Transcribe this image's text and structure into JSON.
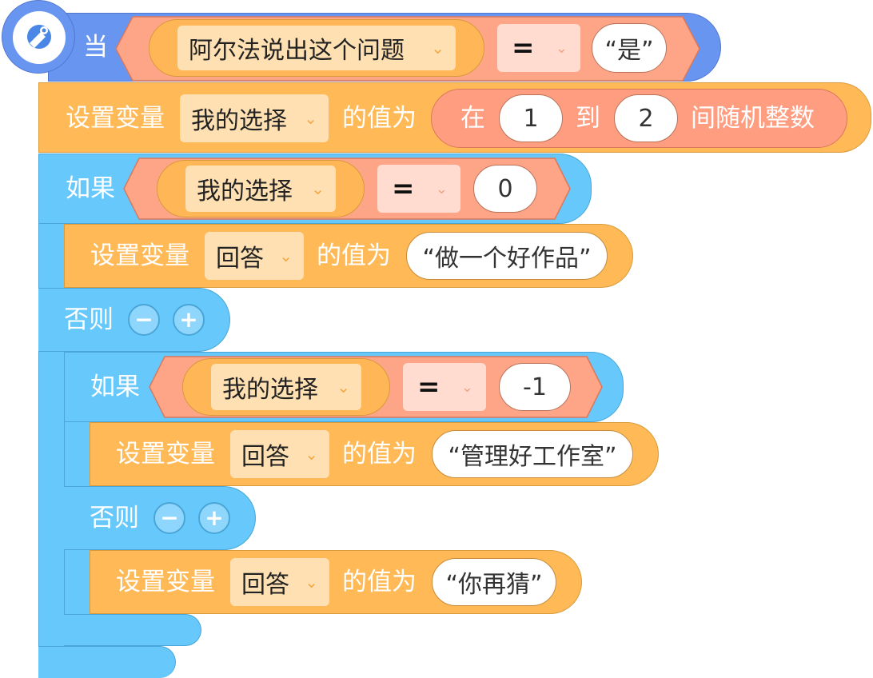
{
  "hat": {
    "icon": "satellite-dish-icon",
    "when_label": "当",
    "condition_var": "阿尔法说出这个问题",
    "operator": "=",
    "compare_value": "“是”"
  },
  "set_random": {
    "label": "设置变量",
    "variable": "我的选择",
    "value_label": "的值为",
    "random_in": "在",
    "random_min": "1",
    "random_to": "到",
    "random_max": "2",
    "random_suffix": "间随机整数"
  },
  "if1": {
    "if_label": "如果",
    "var": "我的选择",
    "operator": "=",
    "value": "0",
    "then": {
      "label": "设置变量",
      "variable": "回答",
      "value_label": "的值为",
      "value": "“做一个好作品”"
    },
    "else_label": "否则",
    "minus": "−",
    "plus": "+"
  },
  "if2": {
    "if_label": "如果",
    "var": "我的选择",
    "operator": "=",
    "value": "-1",
    "then": {
      "label": "设置变量",
      "variable": "回答",
      "value_label": "的值为",
      "value": "“管理好工作室”"
    },
    "else_label": "否则",
    "minus": "−",
    "plus": "+",
    "else_body": {
      "label": "设置变量",
      "variable": "回答",
      "value_label": "的值为",
      "value": "“你再猜”"
    }
  },
  "colors": {
    "event": "#6895f0",
    "variable": "#ffba57",
    "operator": "#fe9d80",
    "control": "#66c8fb"
  }
}
